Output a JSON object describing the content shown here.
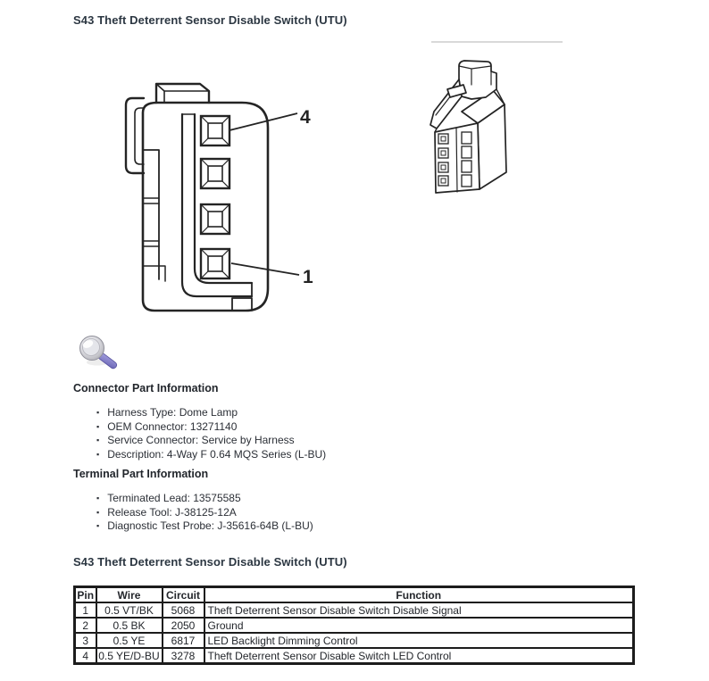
{
  "colors": {
    "title": "#2c3742",
    "body_text": "#2b2f36",
    "line_art": "#242424",
    "table_border": "#1c1c1c",
    "magnifier_handle": "#7b76c4",
    "magnifier_lens": "#c9c9cf"
  },
  "header": {
    "title": "S43 Theft Deterrent Sensor Disable Switch (UTU)"
  },
  "figure": {
    "front_view": {
      "pin_top_label": "4",
      "pin_bottom_label": "1"
    },
    "icons": {
      "magnifier": "magnifier-icon"
    }
  },
  "connector_info": {
    "heading": "Connector Part Information",
    "items": [
      "Harness Type: Dome Lamp",
      "OEM Connector: 13271140",
      "Service Connector: Service by Harness",
      "Description: 4-Way F 0.64 MQS Series (L-BU)"
    ]
  },
  "terminal_info": {
    "heading": "Terminal Part Information",
    "items": [
      "Terminated Lead: 13575585",
      "Release Tool: J-38125-12A",
      "Diagnostic Test Probe: J-35616-64B (L-BU)"
    ]
  },
  "pin_section": {
    "title": "S43 Theft Deterrent Sensor Disable Switch (UTU)",
    "table": {
      "headers": [
        "Pin",
        "Wire",
        "Circuit",
        "Function"
      ],
      "rows": [
        [
          "1",
          "0.5 VT/BK",
          "5068",
          "Theft Deterrent Sensor Disable Switch Disable Signal"
        ],
        [
          "2",
          "0.5 BK",
          "2050",
          "Ground"
        ],
        [
          "3",
          "0.5 YE",
          "6817",
          "LED Backlight Dimming Control"
        ],
        [
          "4",
          "0.5 YE/D-BU",
          "3278",
          "Theft Deterrent Sensor Disable Switch LED Control"
        ]
      ]
    }
  }
}
